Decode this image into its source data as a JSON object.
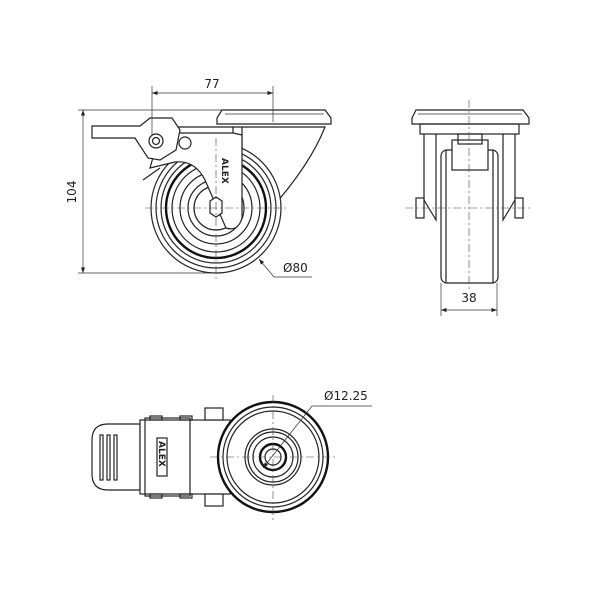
{
  "drawing": {
    "side_view": {
      "height_dimension": "104",
      "offset_dimension": "77",
      "wheel_diameter": "Ø80",
      "logo_text": "ALEX"
    },
    "front_view": {
      "wheel_width": "38"
    },
    "top_view": {
      "bore_diameter": "Ø12.25",
      "logo_text": "ALEX"
    }
  }
}
